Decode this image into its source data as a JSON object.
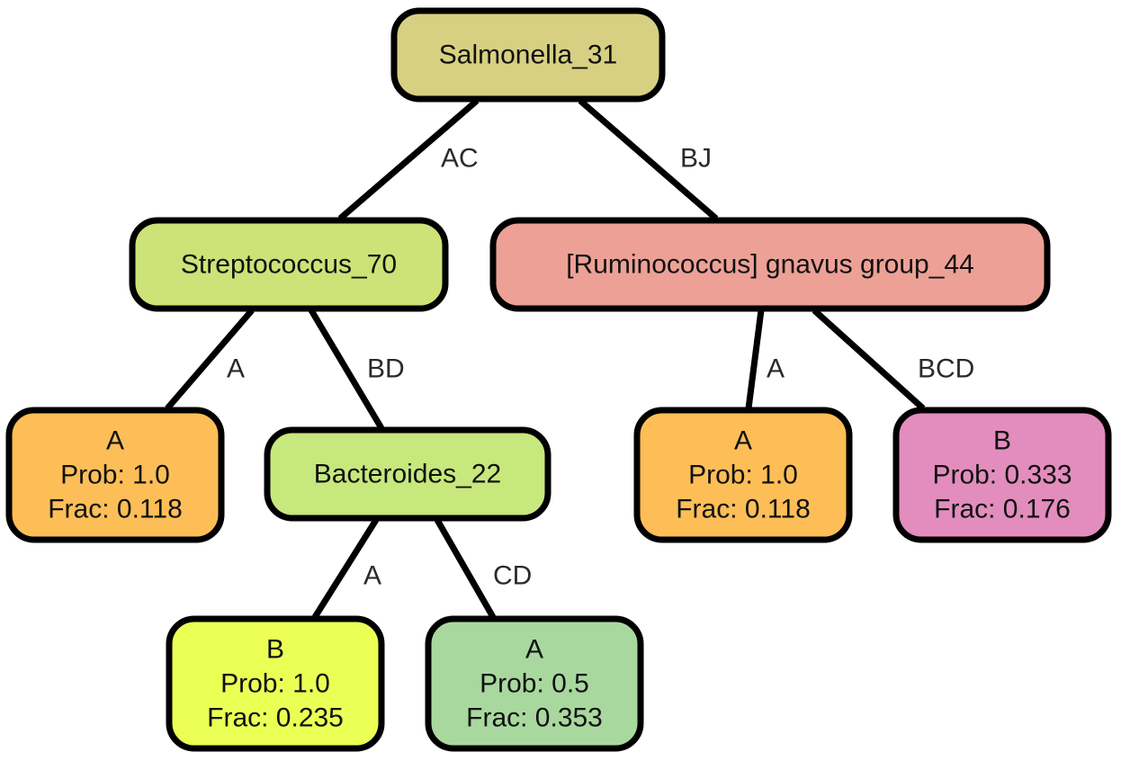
{
  "diagram": {
    "nodes": [
      {
        "id": "salmonella",
        "lines": [
          "Salmonella_31"
        ],
        "fill": "#d7d082"
      },
      {
        "id": "streptococcus",
        "lines": [
          "Streptococcus_70"
        ],
        "fill": "#cde277"
      },
      {
        "id": "ruminococcus",
        "lines": [
          "[Ruminococcus] gnavus group_44"
        ],
        "fill": "#eda196"
      },
      {
        "id": "leaf-strep-a",
        "lines": [
          "A",
          "Prob: 1.0",
          "Frac: 0.118"
        ],
        "fill": "#fdbe57"
      },
      {
        "id": "bacteroides",
        "lines": [
          "Bacteroides_22"
        ],
        "fill": "#c6e87c"
      },
      {
        "id": "leaf-rum-a",
        "lines": [
          "A",
          "Prob: 1.0",
          "Frac: 0.118"
        ],
        "fill": "#fdbe57"
      },
      {
        "id": "leaf-rum-b",
        "lines": [
          "B",
          "Prob: 0.333",
          "Frac: 0.176"
        ],
        "fill": "#e28dbd"
      },
      {
        "id": "leaf-bact-b",
        "lines": [
          "B",
          "Prob: 1.0",
          "Frac: 0.235"
        ],
        "fill": "#ebff55"
      },
      {
        "id": "leaf-bact-a",
        "lines": [
          "A",
          "Prob: 0.5",
          "Frac: 0.353"
        ],
        "fill": "#a9d89f"
      }
    ],
    "edges": [
      {
        "from": "salmonella",
        "to": "streptococcus",
        "label": "AC"
      },
      {
        "from": "salmonella",
        "to": "ruminococcus",
        "label": "BJ"
      },
      {
        "from": "streptococcus",
        "to": "leaf-strep-a",
        "label": "A"
      },
      {
        "from": "streptococcus",
        "to": "bacteroides",
        "label": "BD"
      },
      {
        "from": "ruminococcus",
        "to": "leaf-rum-a",
        "label": "A"
      },
      {
        "from": "ruminococcus",
        "to": "leaf-rum-b",
        "label": "BCD"
      },
      {
        "from": "bacteroides",
        "to": "leaf-bact-b",
        "label": "A"
      },
      {
        "from": "bacteroides",
        "to": "leaf-bact-a",
        "label": "CD"
      }
    ]
  }
}
